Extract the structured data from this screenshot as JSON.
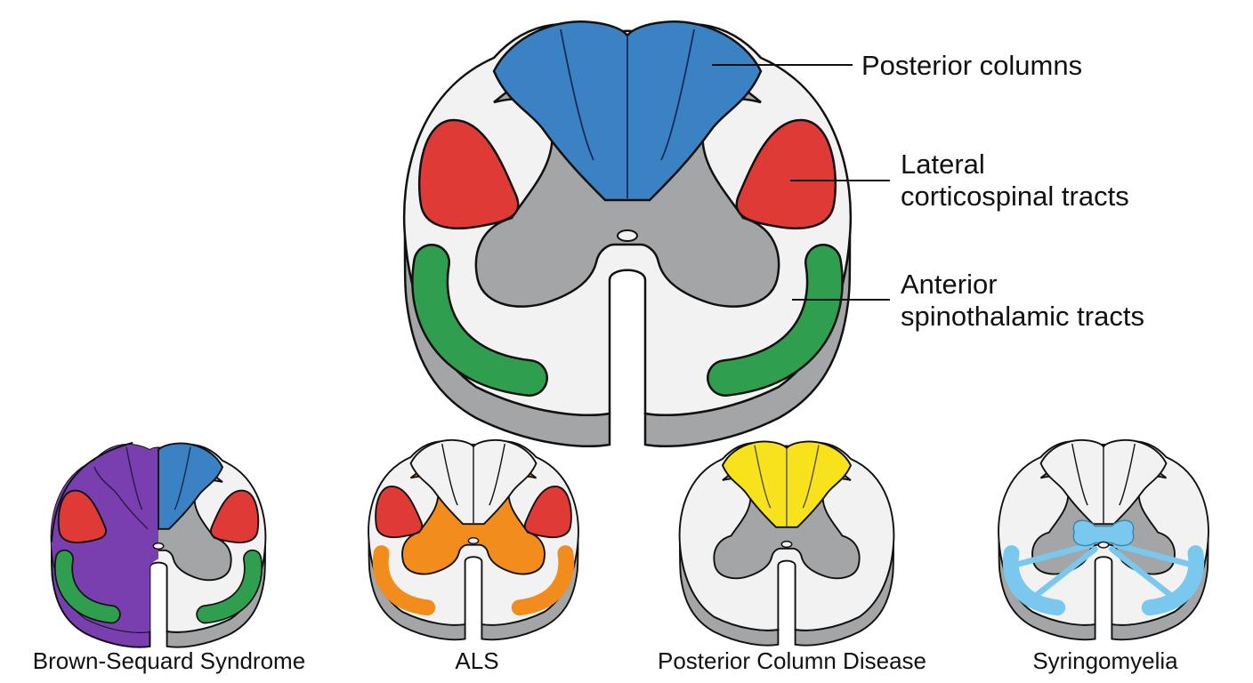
{
  "main_diagram": {
    "labels": {
      "posterior": "Posterior columns",
      "lateral_line1": "Lateral",
      "lateral_line2": "corticospinal tracts",
      "anterior_line1": "Anterior",
      "anterior_line2": "spinothalamic tracts"
    }
  },
  "conditions": [
    {
      "name": "Brown-Sequard Syndrome"
    },
    {
      "name": "ALS"
    },
    {
      "name": "Posterior Column Disease"
    },
    {
      "name": "Syringomyelia"
    }
  ],
  "colors": {
    "posterior_columns": "#3a82c4",
    "corticospinal": "#e03a37",
    "spinothalamic": "#2f9e4e",
    "grey_matter": "#a3a5a7",
    "white_matter": "#f2f2f2",
    "brown_sequard_lesion": "#7a3fae",
    "als_lesion": "#f28c1c",
    "posterior_column_disease": "#f7e21b",
    "syrinx": "#7ac8ee"
  }
}
